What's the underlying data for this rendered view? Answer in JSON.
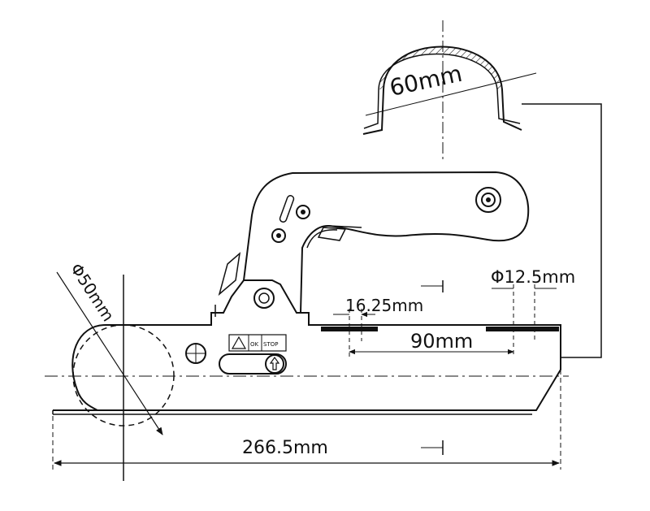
{
  "drawing": {
    "dimensions": {
      "saddle_width": "60mm",
      "bolt_hole_diameter": "Φ12.5mm",
      "hole_edge_offset": "16.25mm",
      "hole_spacing": "90mm",
      "ball_diameter": "Φ50mm",
      "overall_length": "266.5mm"
    },
    "indicator": {
      "ok_label": "OK",
      "stop_label": "STOP"
    },
    "colors": {
      "line": "#111111",
      "background": "#ffffff"
    }
  }
}
